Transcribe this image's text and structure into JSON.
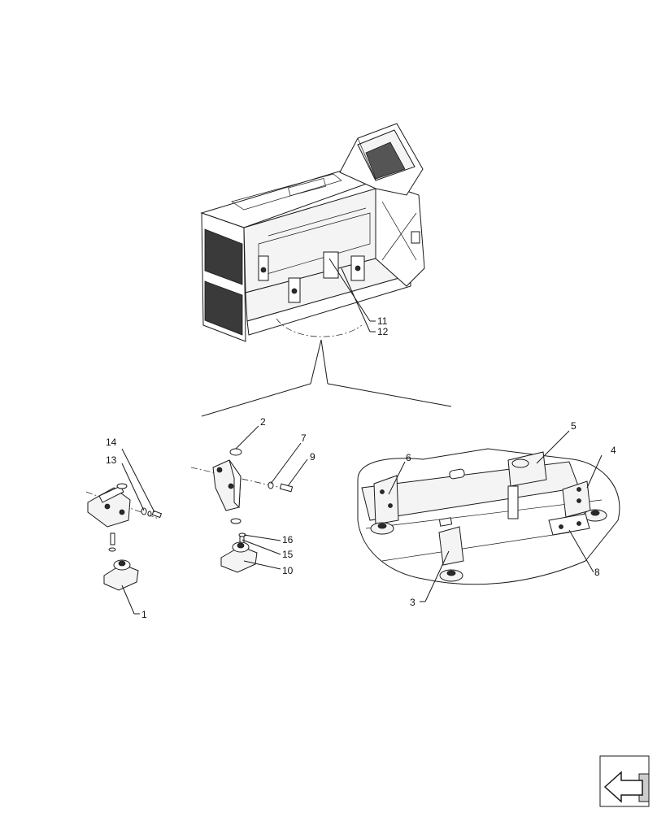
{
  "callouts": [
    {
      "id": "c1",
      "label": "1"
    },
    {
      "id": "c2",
      "label": "2"
    },
    {
      "id": "c3",
      "label": "3"
    },
    {
      "id": "c4",
      "label": "4"
    },
    {
      "id": "c5",
      "label": "5"
    },
    {
      "id": "c6",
      "label": "6"
    },
    {
      "id": "c7",
      "label": "7"
    },
    {
      "id": "c8",
      "label": "8"
    },
    {
      "id": "c9",
      "label": "9"
    },
    {
      "id": "c10",
      "label": "10"
    },
    {
      "id": "c11",
      "label": "11"
    },
    {
      "id": "c12",
      "label": "12"
    },
    {
      "id": "c13",
      "label": "13"
    },
    {
      "id": "c14",
      "label": "14"
    },
    {
      "id": "c15",
      "label": "15"
    },
    {
      "id": "c16",
      "label": "16"
    }
  ],
  "nav_icon": "arrow-into-box-icon"
}
